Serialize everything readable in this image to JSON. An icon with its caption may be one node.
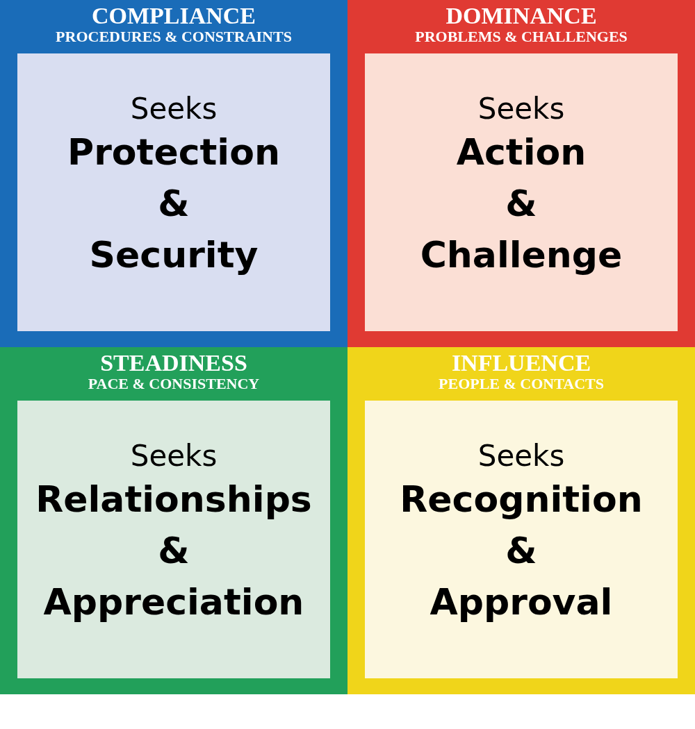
{
  "diagram": {
    "nodes": [
      {
        "text": [
          "COMPLIANCE",
          "PROCEDURES & CONSTRAINTS"
        ]
      },
      {
        "text": [
          "Seeks",
          "Protection & Security"
        ],
        "in": 0
      },
      {
        "text": [
          "DOMINANCE",
          "PROBLEMS & CHALLENGES"
        ]
      },
      {
        "text": [
          "Seeks",
          "Action & Challenge"
        ],
        "in": 2
      },
      {
        "text": [
          "STEADINESS",
          "PACE & CONSISTENCY"
        ]
      },
      {
        "text": [
          "Seeks",
          "Relationships & Appreciation"
        ],
        "in": 4
      },
      {
        "text": [
          "INFLUENCE",
          "PEOPLE & CONTACTS"
        ]
      },
      {
        "text": [
          "Seeks",
          "Recognition & Approval"
        ],
        "in": 6
      }
    ]
  }
}
